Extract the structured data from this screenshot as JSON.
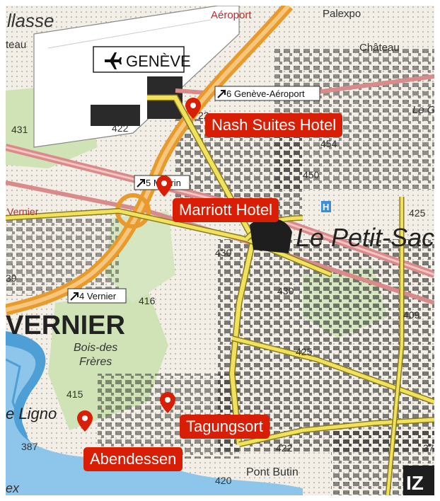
{
  "map": {
    "place_names": {
      "lassé": "llasse",
      "teau": "teau",
      "aeroport": "Aéroport",
      "palexpo": "Palexpo",
      "chateau": "Château",
      "geneve": "GENÈVE",
      "le_gr": "Le Gr",
      "vernier_road": "Vernier",
      "le_petit_sac": "Le Petit-Sac",
      "vernier": "VERNIER",
      "bois_des_freres_1": "Bois-des",
      "bois_des_freres_2": "Frères",
      "le_ligno": "e Ligno",
      "pont_butin": "Pont Butin",
      "ex": "ex"
    },
    "exit_signs": {
      "exit6": "6 Genève-Aéroport",
      "exit5": "5 Meyrin",
      "exit4": "4 Vernier"
    },
    "elevations": {
      "e431": "431",
      "e422a": "422",
      "e422b": "22",
      "e454": "454",
      "e450": "450",
      "e425a": "425",
      "e430a": "430",
      "e39": "39",
      "e430b": "430",
      "e416": "416",
      "e409": "409",
      "e425b": "425",
      "e415": "415",
      "e387": "387",
      "e422c": "422",
      "e420": "420",
      "e37": "37"
    },
    "markers": [
      {
        "label": "Nash Suites Hotel"
      },
      {
        "label": "Marriott Hotel"
      },
      {
        "label": "Tagungsort"
      },
      {
        "label": "Abendessen"
      }
    ],
    "colors": {
      "marker": "#d81e05",
      "water": "#4d9fd6",
      "motorway": "#e89a2c",
      "main_road": "#f1e25e",
      "railway": "#d98a8a",
      "forest": "#cfe3b6",
      "building": "#1e1e1e",
      "runway": "#ffffff"
    },
    "icons": [
      "airplane-icon",
      "map-pin-icon",
      "hospital-h-icon",
      "exit-arrow-icon"
    ]
  }
}
